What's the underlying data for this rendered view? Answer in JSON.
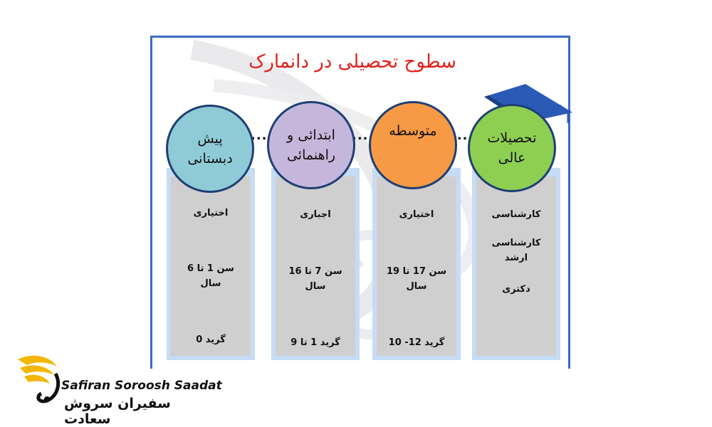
{
  "title": "سطوح تحصیلی در دانمارک",
  "levels": [
    {
      "name": "پیش\nدبستانی",
      "status": "اختیاری",
      "age": "سن 1 تا 6\nسال",
      "grade": "گرید 0",
      "color": "#8fcbd6"
    },
    {
      "name": "ابتدائی و\nراهنمائی",
      "status": "اجباری",
      "age": "سن 7 تا 16\nسال",
      "grade": "گرید 1 تا 9",
      "color": "#c5b7dc"
    },
    {
      "name": "متوسطه",
      "status": "اختیاری",
      "age": "سن 17 تا 19\nسال",
      "grade": "گرید 12- 10",
      "color": "#f79a45"
    },
    {
      "name": "تحصیلات\nعالی",
      "items": [
        "کارشناسی",
        "کارشناسی\nارشد",
        "دکتری"
      ],
      "color": "#8ecf52"
    }
  ],
  "logo": {
    "english": "Safiran Soroosh Saadat",
    "persian": "سفیران سروش سعادت",
    "accent": "#f2b705"
  }
}
